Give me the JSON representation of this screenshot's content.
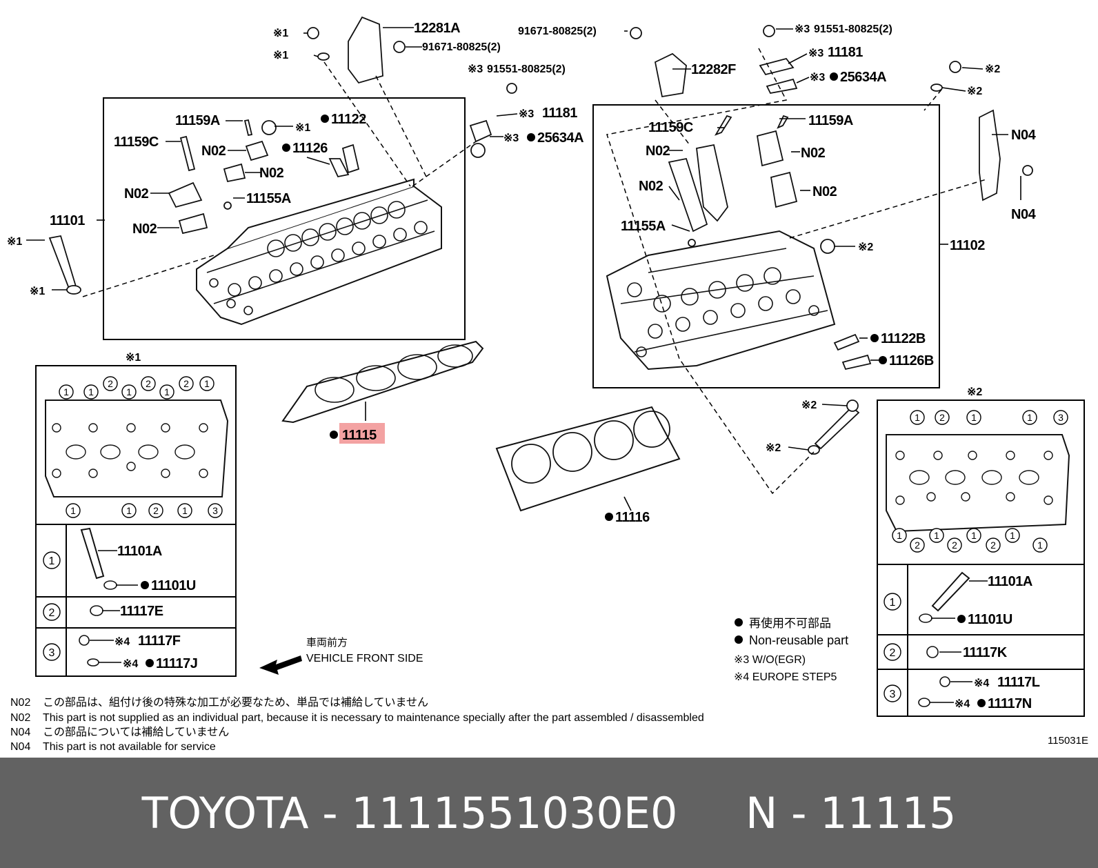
{
  "labels": {
    "l12281A": "12281A",
    "l91671a": "91671-80825(2)",
    "l91671b": "91671-80825(2)",
    "l91551a": "91551-80825(2)",
    "l91551b": "91551-80825(2)",
    "l11181a": "11181",
    "l11181b": "11181",
    "l25634Aa": "25634A",
    "l25634Ab": "25634A",
    "l12282F": "12282F",
    "l11159Aa": "11159A",
    "l11159Ab": "11159A",
    "l11159Ca": "11159C",
    "l11159Cb": "11159C",
    "l11122": "11122",
    "l11126": "11126",
    "l11155Aa": "11155A",
    "l11155Ab": "11155A",
    "l11101": "11101",
    "l11102": "11102",
    "l11122B": "11122B",
    "l11126B": "11126B",
    "l11115": "11115",
    "l11116": "11116",
    "N02": "N02",
    "N04": "N04",
    "x1": "※1",
    "x2": "※2",
    "x3": "※3",
    "x4": "※4"
  },
  "left_table": {
    "caption": "※1",
    "row1_a": "11101A",
    "row1_b": "11101U",
    "row2": "11117E",
    "row3_a": "11117F",
    "row3_b": "11117J"
  },
  "right_table": {
    "caption": "※2",
    "row1_a": "11101A",
    "row1_b": "11101U",
    "row2": "11117K",
    "row3_a": "11117L",
    "row3_b": "11117N"
  },
  "circle_nums": {
    "one": "1",
    "two": "2",
    "three": "3"
  },
  "vehicle_front": {
    "jp": "車両前方",
    "en": "VEHICLE FRONT SIDE"
  },
  "legend": {
    "nonreuse_jp": "再使用不可部品",
    "nonreuse_en": "Non-reusable part",
    "x3": "※3 W/O(EGR)",
    "x4": "※4 EUROPE STEP5"
  },
  "notes": [
    {
      "code": "N02",
      "text": "この部品は、組付け後の特殊な加工が必要なため、単品では補給していません"
    },
    {
      "code": "N02",
      "text": "This part is not supplied as an individual part, because it is necessary to maintenance specially after the part assembled / disassembled"
    },
    {
      "code": "N04",
      "text": "この部品については補給していません"
    },
    {
      "code": "N04",
      "text": "This part is not available for service"
    }
  ],
  "diagram_id": "115031E",
  "footer": "TOYOTA - 1111551030E0     N - 11115"
}
